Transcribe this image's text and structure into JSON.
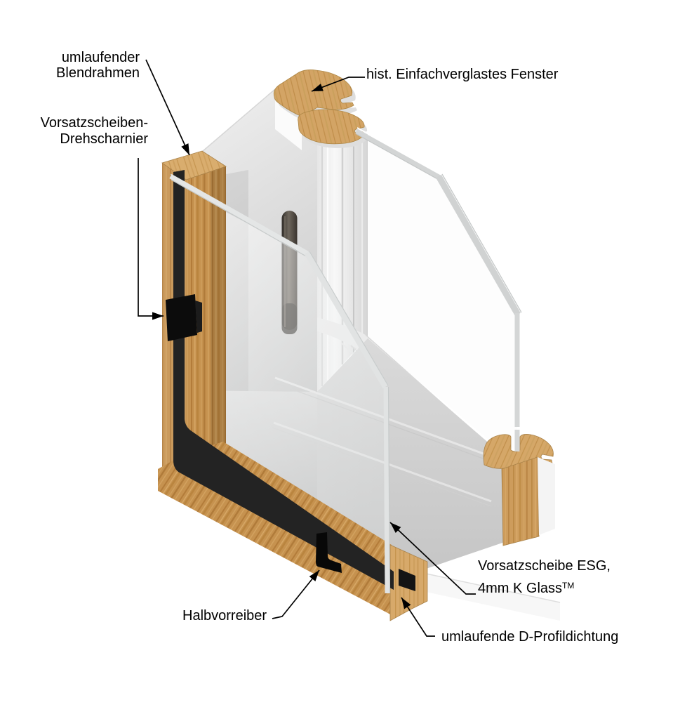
{
  "labels": {
    "blendrahmen_line1": "umlaufender",
    "blendrahmen_line2": "Blendrahmen",
    "scharnier_line1": "Vorsatzscheiben-",
    "scharnier_line2": "Drehscharnier",
    "fenster": "hist. Einfachverglastes Fenster",
    "halbvorreiber": "Halbvorreiber",
    "vorsatzscheibe_line1": "Vorsatzscheibe ESG,",
    "vorsatzscheibe_line2": "4mm K Glass",
    "vorsatzscheibe_sup": "TM",
    "dichtung": "umlaufende D-Profildichtung"
  },
  "parts": [
    "umlaufender-blendrahmen",
    "vorsatzscheiben-drehscharnier",
    "historisches-einfachverglastes-fenster",
    "halbvorreiber",
    "vorsatzscheibe-esg-4mm",
    "umlaufende-d-profildichtung"
  ],
  "colors": {
    "background": "#ffffff",
    "wood": "#c6924f",
    "wood_light": "#d9ad6e",
    "gasket_black": "#232323",
    "frame_white": "#f2f2f2",
    "sill_grey": "#d2d2d2",
    "glass_edge": "#d4d6d6",
    "hinge_pin": "#4a443d",
    "text": "#000000"
  }
}
